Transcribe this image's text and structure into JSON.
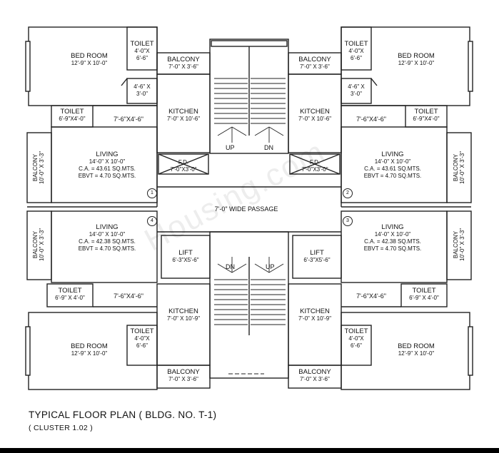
{
  "caption": {
    "title": "TYPICAL FLOOR PLAN ( BLDG. NO. T-1)",
    "subtitle": "( CLUSTER 1.02 )"
  },
  "watermark": "Housing.com",
  "passage": "7'-0\" WIDE  PASSAGE",
  "stairs": {
    "up_top": "UP",
    "dn_top": "DN",
    "dn_bottom": "DN",
    "up_bottom": "UP"
  },
  "units": {
    "u1": "1",
    "u2": "2",
    "u3": "3",
    "u4": "4"
  },
  "rooms": {
    "tl_bed": {
      "name": "BED ROOM",
      "dim": "12'-9\" X 10'-0\""
    },
    "tl_toilet": {
      "name": "TOILET",
      "dim1": "4'-0\"X",
      "dim2": "6'-6\""
    },
    "tl_niche": {
      "dim1": "4'-6\"  X",
      "dim2": "3'-0\""
    },
    "tl_toilet2": {
      "name": "TOILET",
      "dim": "6'-9\"X4'-0\""
    },
    "tl_passage": "7'-6\"X4'-6\"",
    "tl_balc_v": {
      "name": "BALCONY",
      "dim": "10'-0\" X 3'-3\""
    },
    "tl_living": {
      "name": "LIVING",
      "dim": "14'-0\" X 10'-0\"",
      "ca": "C.A.  = 43.61 SQ.MTS.",
      "ebvt": "EBVT =  4.70 SQ.MTS."
    },
    "tl_balcony": {
      "name": "BALCONY",
      "dim": "7'-0\" X 3'-6\""
    },
    "tl_kitchen": {
      "name": "KITCHEN",
      "dim": "7'-0\" X 10'-6\""
    },
    "tl_fd": {
      "name": "F.D.",
      "dim": "7'-0\"X3'-0\""
    },
    "tr_bed": {
      "name": "BED ROOM",
      "dim": "12'-9\" X 10'-0\""
    },
    "tr_toilet": {
      "name": "TOILET",
      "dim1": "4'-0\"X",
      "dim2": "6'-6\""
    },
    "tr_niche": {
      "dim1": "4'-6\"  X",
      "dim2": "3'-0\""
    },
    "tr_toilet2": {
      "name": "TOILET",
      "dim": "6'-9\"X4'-0\""
    },
    "tr_passage": "7'-6\"X4'-6\"",
    "tr_balc_v": {
      "name": "BALCONY",
      "dim": "10'-0\" X 3'-3\""
    },
    "tr_living": {
      "name": "LIVING",
      "dim": "14'-0\" X 10'-0\"",
      "ca": "C.A.  = 43.61 SQ.MTS.",
      "ebvt": "EBVT =  4.70 SQ.MTS."
    },
    "tr_balcony": {
      "name": "BALCONY",
      "dim": "7'-0\" X 3'-6\""
    },
    "tr_kitchen": {
      "name": "KITCHEN",
      "dim": "7'-0\" X 10'-6\""
    },
    "tr_fd": {
      "name": "F.D.",
      "dim": "7'-0\"X3'-0\""
    },
    "bl_living": {
      "name": "LIVING",
      "dim": "14'-0\" X 10'-0\"",
      "ca": "C.A.  = 42.38 SQ.MTS.",
      "ebvt": "EBVT =  4.70 SQ.MTS."
    },
    "bl_balc_v": {
      "name": "BALCONY",
      "dim": "10'-0\" X 3'-3\""
    },
    "bl_toilet2": {
      "name": "TOILET",
      "dim": "6'-9\" X 4'-0\""
    },
    "bl_passage": "7'-6\"X4'-6\"",
    "bl_bed": {
      "name": "BED ROOM",
      "dim": "12'-9\" X 10'-0\""
    },
    "bl_toilet": {
      "name": "TOILET",
      "dim1": "4'-0\"X",
      "dim2": "6'-6\""
    },
    "bl_lift": {
      "name": "LIFT",
      "dim": "6'-3\"X5'-6\""
    },
    "bl_kitchen": {
      "name": "KITCHEN",
      "dim": "7'-0\" X 10'-9\""
    },
    "bl_balcony": {
      "name": "BALCONY",
      "dim": "7'-0\" X 3'-6\""
    },
    "br_living": {
      "name": "LIVING",
      "dim": "14'-0\" X 10'-0\"",
      "ca": "C.A.  = 42.38 SQ.MTS.",
      "ebvt": "EBVT =  4.70 SQ.MTS."
    },
    "br_balc_v": {
      "name": "BALCONY",
      "dim": "10'-0\" X 3'-3\""
    },
    "br_toilet2": {
      "name": "TOILET",
      "dim": "6'-9\" X 4'-0\""
    },
    "br_passage": "7'-6\"X4'-6\"",
    "br_bed": {
      "name": "BED ROOM",
      "dim": "12'-9\" X 10'-0\""
    },
    "br_toilet": {
      "name": "TOILET",
      "dim1": "4'-0\"X",
      "dim2": "6'-6\""
    },
    "br_lift": {
      "name": "LIFT",
      "dim": "6'-3\"X5'-6\""
    },
    "br_kitchen": {
      "name": "KITCHEN",
      "dim": "7'-0\" X 10'-9\""
    },
    "br_balcony": {
      "name": "BALCONY",
      "dim": "7'-0\" X 3'-6\""
    }
  }
}
